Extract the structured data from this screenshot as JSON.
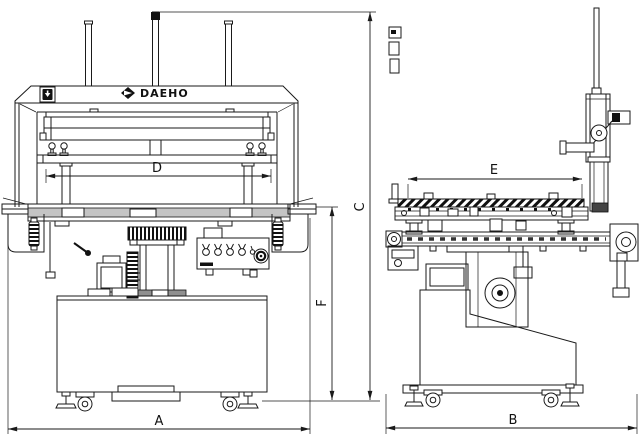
{
  "diagram": {
    "type": "technical-drawing",
    "brand": "DAEHO",
    "logo_icon": "diamond-arrow-icon",
    "corner_plate_icon": "arrow-plate-icon",
    "dims": {
      "A": "A",
      "B": "B",
      "C": "C",
      "D": "D",
      "E": "E",
      "F": "F"
    },
    "colors": {
      "line": "#1a1a1a",
      "background": "#ffffff",
      "table_shade": "#c4c4c4"
    }
  }
}
